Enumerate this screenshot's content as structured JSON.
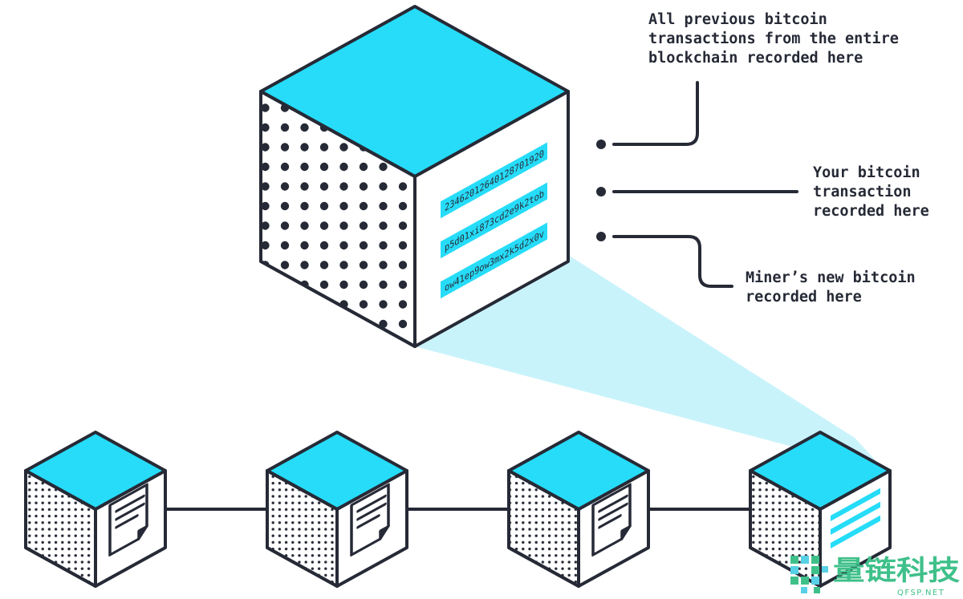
{
  "colors": {
    "accent": "#26dcf8",
    "accent_light": "#c9f3fb",
    "outline": "#262a36",
    "background": "#ffffff",
    "watermark_green": "#3fc08a"
  },
  "callouts": {
    "previous": [
      "All previous bitcoin",
      "transactions from the entire",
      "blockchain recorded here"
    ],
    "yours": [
      "Your bitcoin",
      "transaction",
      "recorded here"
    ],
    "miner": [
      "Miner’s new bitcoin",
      "recorded here"
    ]
  },
  "block_records": [
    "23462012640128701920",
    "p5d01xi873cd2e9k2tob",
    "ow41ep9ow3mx2k5d2x0v"
  ],
  "chain": {
    "blocks": [
      "document-block",
      "document-block",
      "document-block",
      "new-block"
    ],
    "icons": [
      "document-icon",
      "document-icon",
      "document-icon",
      "lines-icon"
    ]
  },
  "watermark": {
    "name": "量链科技",
    "domain": "QFSP.NET"
  }
}
